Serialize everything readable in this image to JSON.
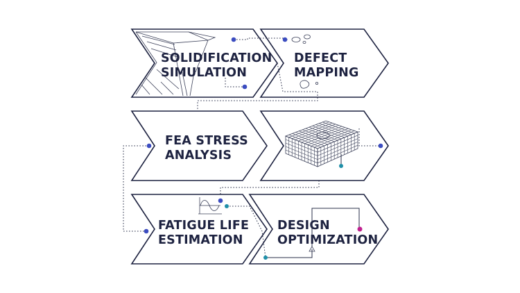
{
  "steps": [
    {
      "id": "solidification",
      "line1": "SOLIDIFICATION",
      "line2": "SIMULATION"
    },
    {
      "id": "defect",
      "line1": "DEFECT",
      "line2": "MAPPING"
    },
    {
      "id": "fea",
      "line1": "FEA STRESS",
      "line2": "ANALYSIS"
    },
    {
      "id": "mesh",
      "line1": "",
      "line2": ""
    },
    {
      "id": "fatigue",
      "line1": "FATIGUE LIFE",
      "line2": "ESTIMATION"
    },
    {
      "id": "design",
      "line1": "DESIGN",
      "line2": "OPTIMIZATION"
    }
  ],
  "colors": {
    "outline": "#1d2240",
    "connector_blue": "#3b4cc0",
    "connector_teal": "#1f8fa8",
    "accent_magenta": "#c0208f"
  }
}
